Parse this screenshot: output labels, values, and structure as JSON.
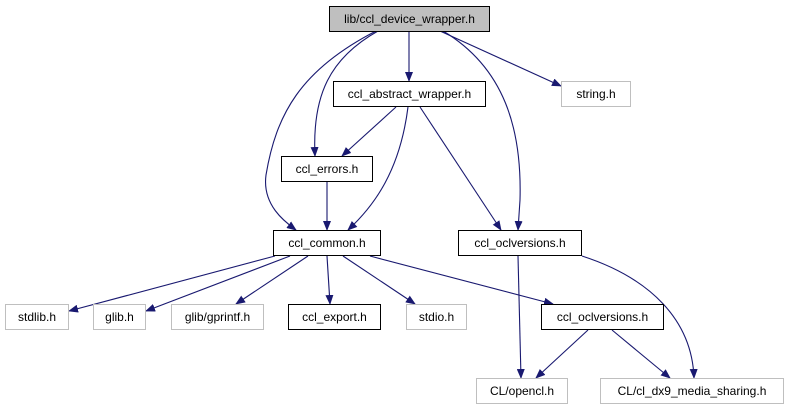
{
  "edge_color": "#191970",
  "root_fill": "#bfbfbf",
  "nodes": {
    "root": "lib/ccl_device_wrapper.h",
    "abstract": "ccl_abstract_wrapper.h",
    "string": "string.h",
    "errors": "ccl_errors.h",
    "common": "ccl_common.h",
    "oclversions_a": "ccl_oclversions.h",
    "stdlib": "stdlib.h",
    "glib": "glib.h",
    "gprintf": "glib/gprintf.h",
    "export": "ccl_export.h",
    "stdio": "stdio.h",
    "oclversions_b": "ccl_oclversions.h",
    "opencl": "CL/opencl.h",
    "dx9": "CL/cl_dx9_media_sharing.h"
  },
  "edges": [
    [
      "root",
      "abstract"
    ],
    [
      "root",
      "string"
    ],
    [
      "root",
      "errors"
    ],
    [
      "root",
      "common"
    ],
    [
      "root",
      "oclversions_a"
    ],
    [
      "abstract",
      "errors"
    ],
    [
      "abstract",
      "common"
    ],
    [
      "abstract",
      "oclversions_a"
    ],
    [
      "errors",
      "common"
    ],
    [
      "common",
      "stdlib"
    ],
    [
      "common",
      "glib"
    ],
    [
      "common",
      "gprintf"
    ],
    [
      "common",
      "export"
    ],
    [
      "common",
      "stdio"
    ],
    [
      "common",
      "oclversions_b"
    ],
    [
      "oclversions_a",
      "opencl"
    ],
    [
      "oclversions_a",
      "dx9"
    ],
    [
      "oclversions_b",
      "opencl"
    ],
    [
      "oclversions_b",
      "dx9"
    ]
  ]
}
